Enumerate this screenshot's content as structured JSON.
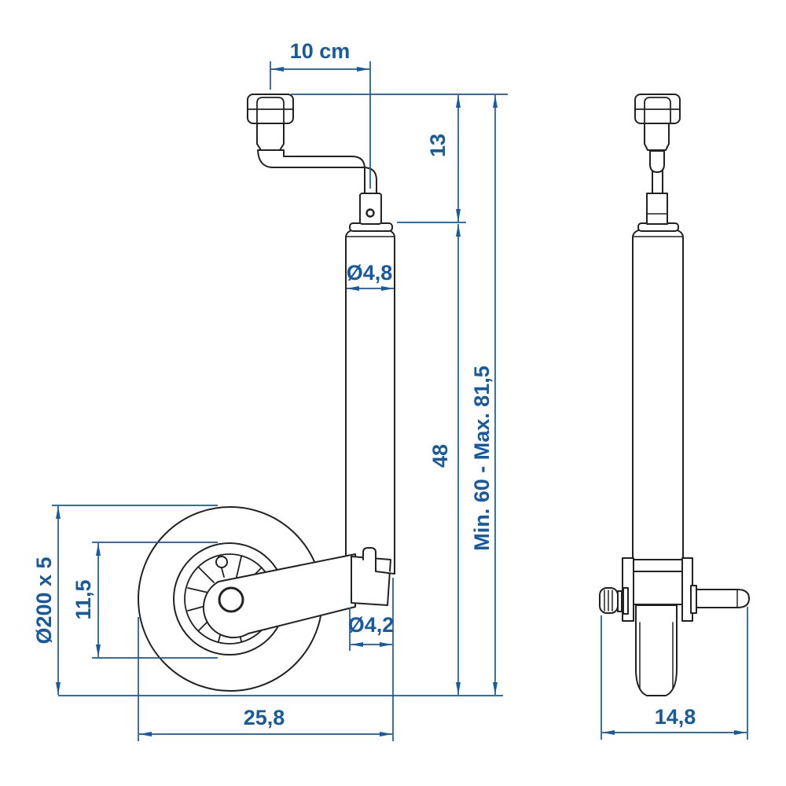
{
  "drawing": {
    "subject": "Jockey wheel dimensioned technical drawing",
    "annotation_color": "#175a9e",
    "line_color": "#222222",
    "background_color": "#ffffff",
    "views": {
      "front": "front-view-with-crank-and-wheel",
      "side": "side-view-with-clamp-and-pin"
    },
    "dimensions": {
      "crank_radius": "10 cm",
      "crank_height": "13",
      "outer_tube_diameter": "Ø4,8",
      "tube_length": "48",
      "height_range": "Min. 60 - Max. 81,5",
      "wheel_size": "Ø200 x 5",
      "rim_diameter": "11,5",
      "inner_tube_diameter": "Ø4,2",
      "overall_depth": "25,8",
      "overall_width": "14,8"
    }
  }
}
